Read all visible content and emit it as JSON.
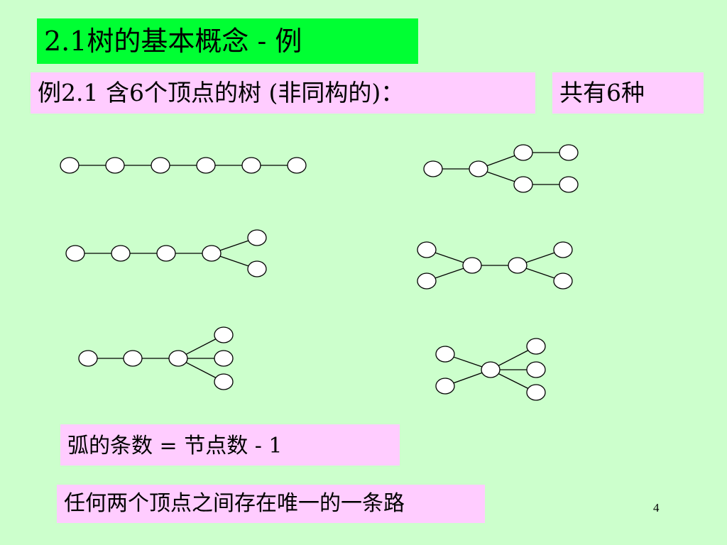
{
  "slide": {
    "title": "2.1树的基本概念 - 例",
    "example_heading": "例2.1 含6个顶点的树 (非同构的)：",
    "total_note": "共有6种",
    "edge_rule": "弧的条数 = 节点数 - 1",
    "path_rule": "任何两个顶点之间存在唯一的一条路",
    "page_number": "4"
  },
  "colors": {
    "background": "#ccffcc",
    "title_fill": "#00ff33",
    "note_fill": "#ffccff",
    "node_fill": "#ffffff",
    "stroke": "#000000"
  }
}
